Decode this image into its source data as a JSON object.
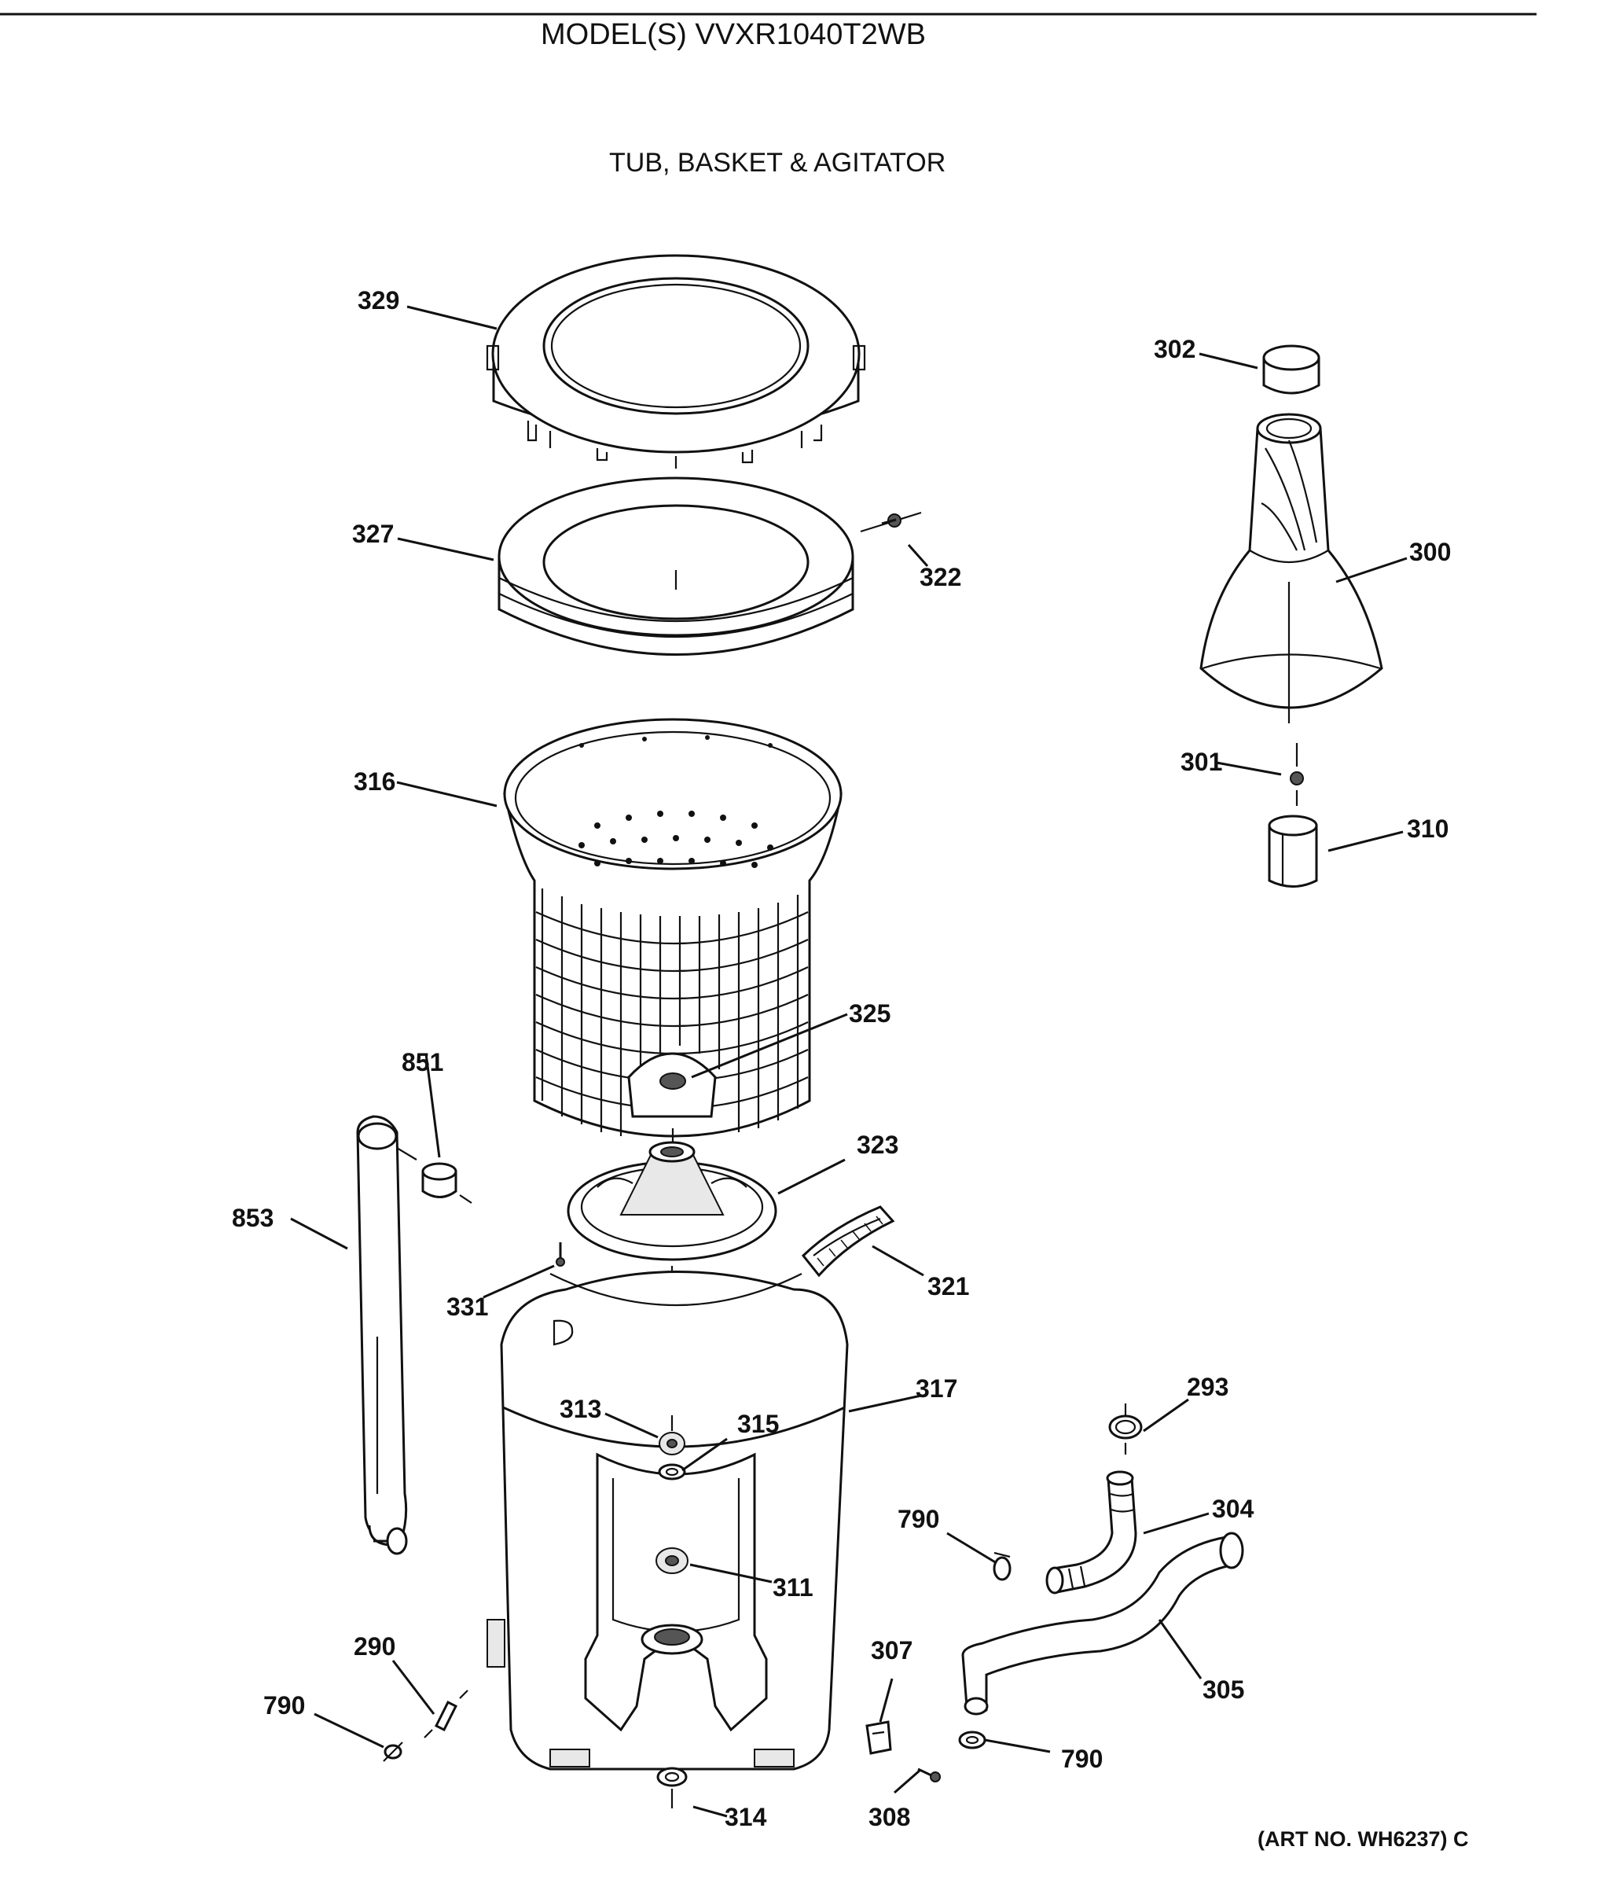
{
  "header": {
    "model": "MODEL(S) VVXR1040T2WB",
    "section_title": "TUB, BASKET & AGITATOR"
  },
  "parts": [
    {
      "id": "329",
      "label": "329"
    },
    {
      "id": "327",
      "label": "327"
    },
    {
      "id": "322",
      "label": "322"
    },
    {
      "id": "302",
      "label": "302"
    },
    {
      "id": "300",
      "label": "300"
    },
    {
      "id": "301",
      "label": "301"
    },
    {
      "id": "310",
      "label": "310"
    },
    {
      "id": "316",
      "label": "316"
    },
    {
      "id": "325",
      "label": "325"
    },
    {
      "id": "851",
      "label": "851"
    },
    {
      "id": "853",
      "label": "853"
    },
    {
      "id": "323",
      "label": "323"
    },
    {
      "id": "321",
      "label": "321"
    },
    {
      "id": "331",
      "label": "331"
    },
    {
      "id": "317",
      "label": "317"
    },
    {
      "id": "313",
      "label": "313"
    },
    {
      "id": "315",
      "label": "315"
    },
    {
      "id": "293",
      "label": "293"
    },
    {
      "id": "790a",
      "label": "790"
    },
    {
      "id": "304",
      "label": "304"
    },
    {
      "id": "311",
      "label": "311"
    },
    {
      "id": "307",
      "label": "307"
    },
    {
      "id": "305",
      "label": "305"
    },
    {
      "id": "290",
      "label": "290"
    },
    {
      "id": "790b",
      "label": "790"
    },
    {
      "id": "790c",
      "label": "790"
    },
    {
      "id": "314",
      "label": "314"
    },
    {
      "id": "308",
      "label": "308"
    }
  ],
  "footer": {
    "art_number": "(ART NO. WH6237) C"
  }
}
